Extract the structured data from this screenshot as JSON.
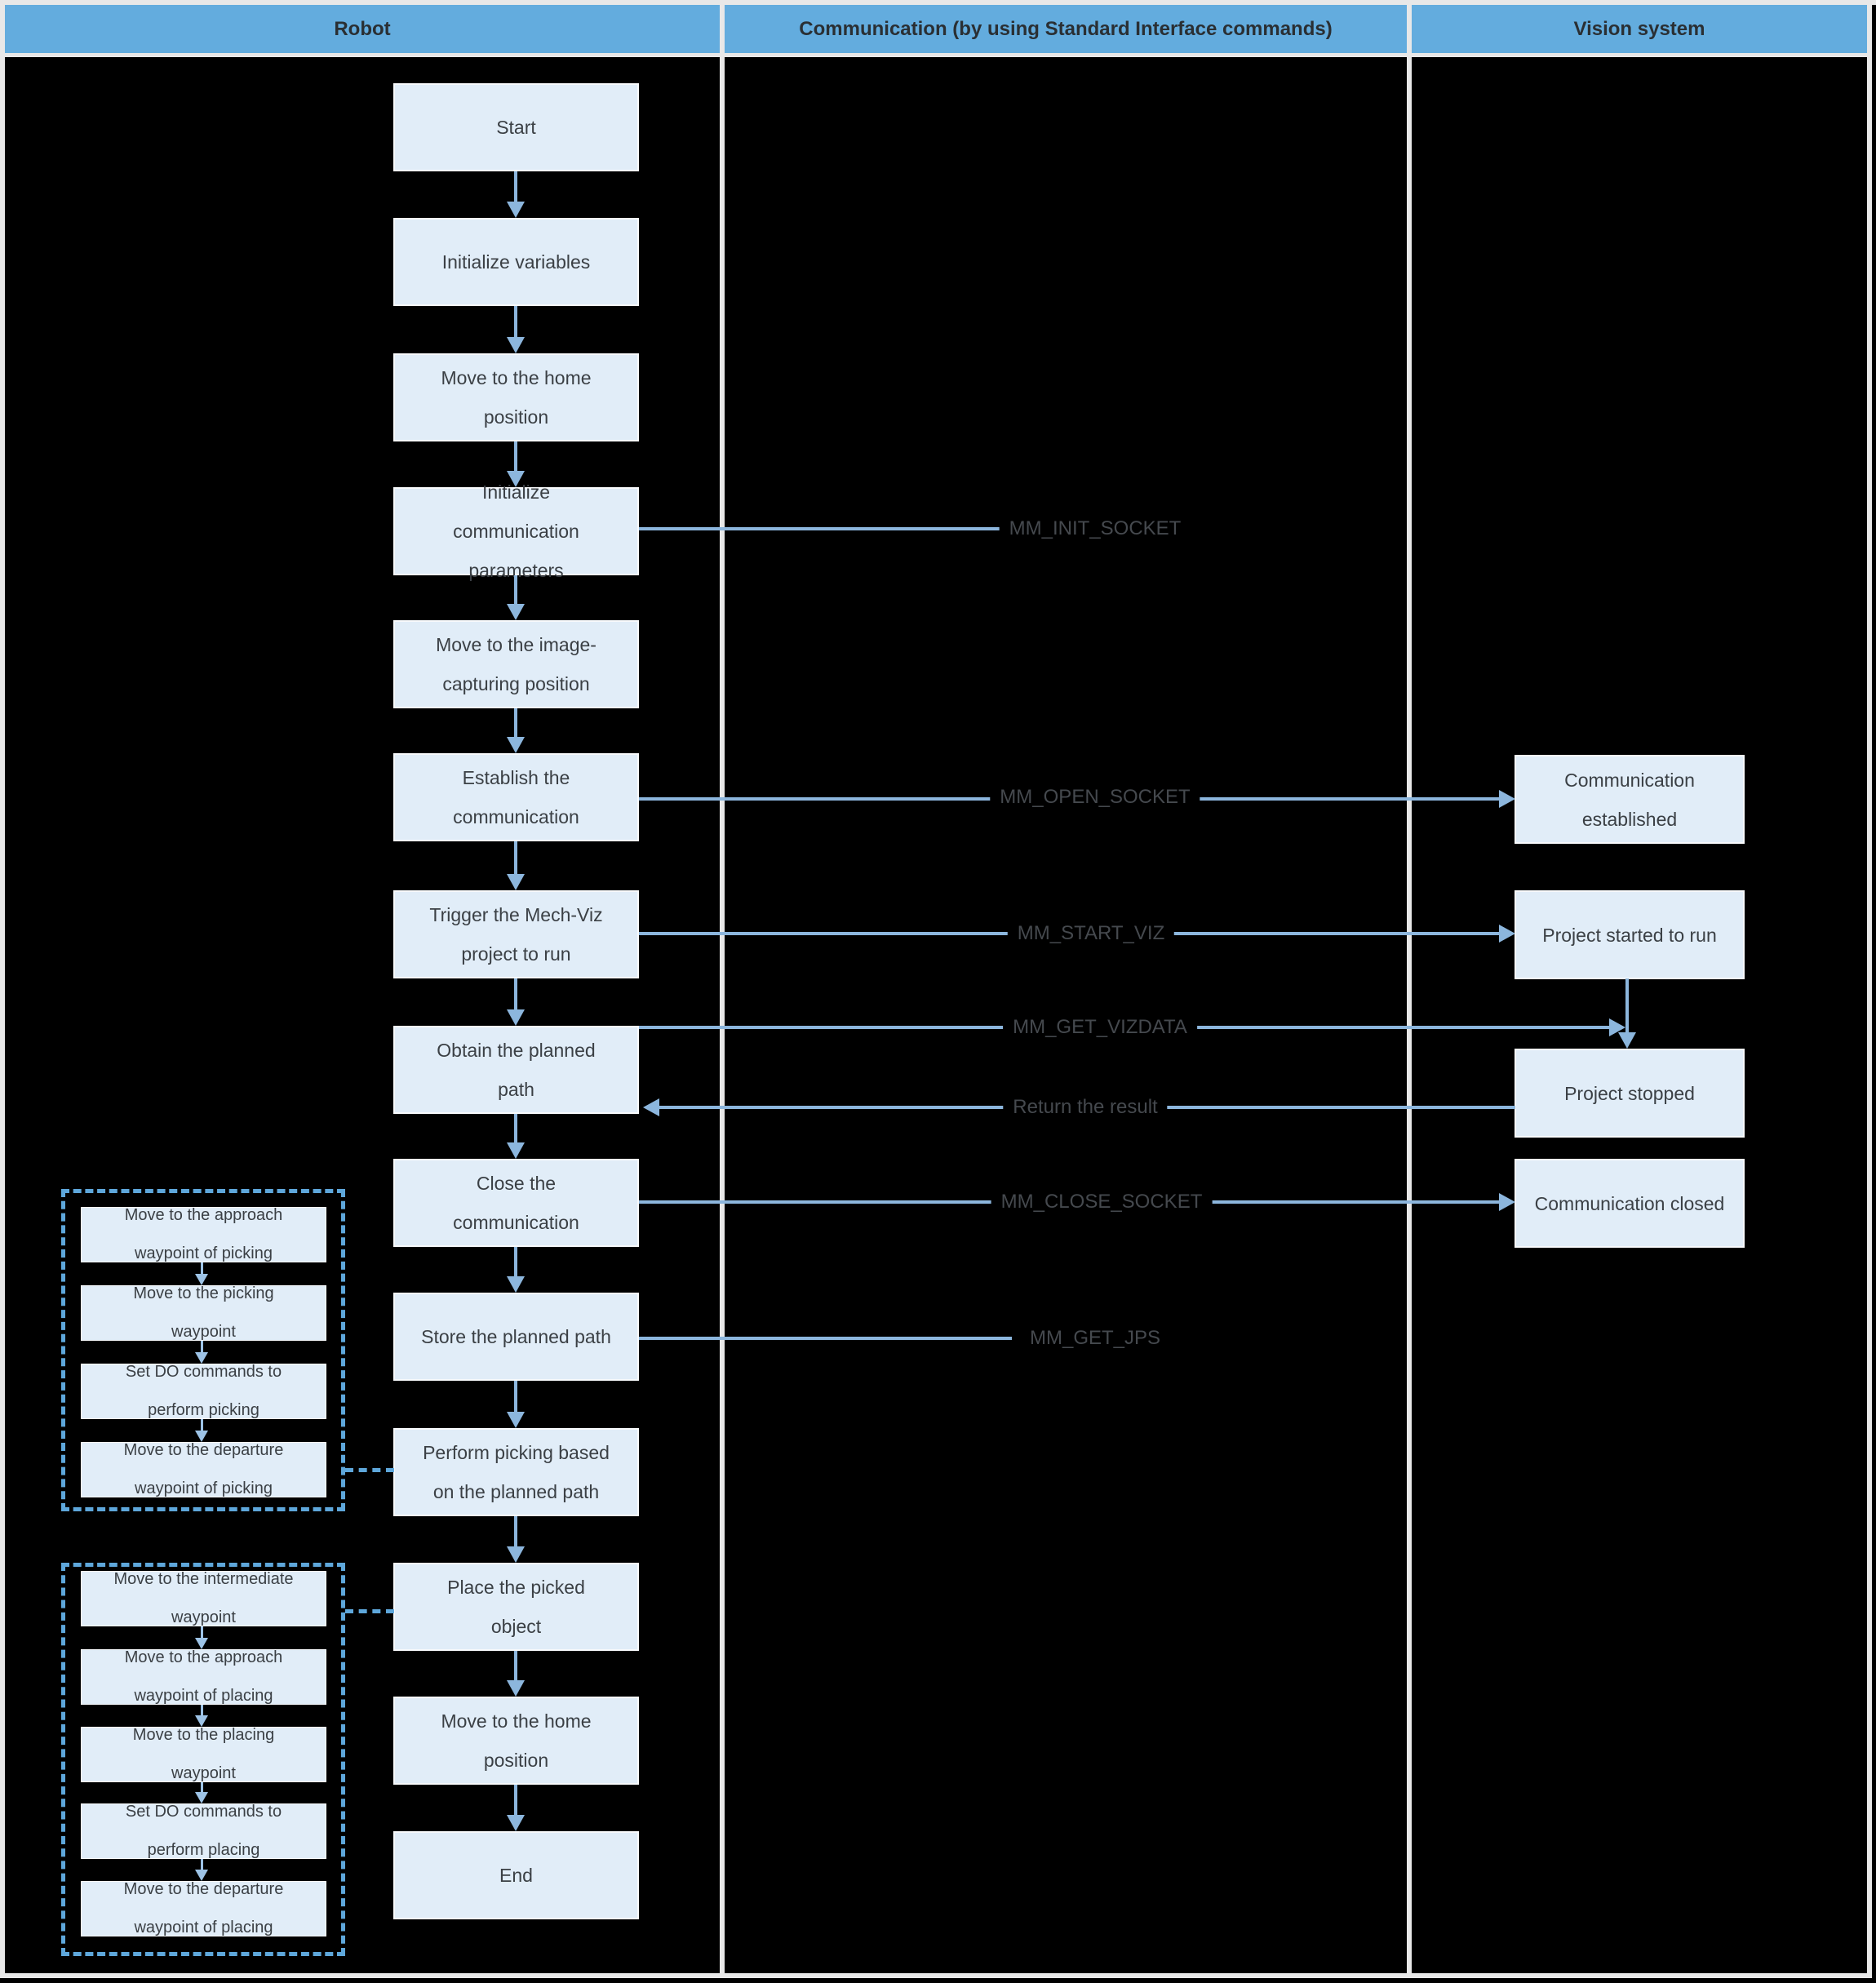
{
  "header": {
    "lanes": [
      "Robot",
      "Communication (by using Standard Interface commands)",
      "Vision system"
    ]
  },
  "robot_steps": [
    "Start",
    "Initialize variables",
    "Move to the home\nposition",
    "Initialize\ncommunication\nparameters",
    "Move to the image-\ncapturing position",
    "Establish the\ncommunication",
    "Trigger the Mech-Viz\nproject to run",
    "Obtain the planned\npath",
    "Close the\ncommunication",
    "Store the planned path",
    "Perform picking based\non the planned path",
    "Place the picked\nobject",
    "Move to the home\nposition",
    "End"
  ],
  "vision_steps": [
    "Communication\nestablished",
    "Project started to run",
    "Project stopped",
    "Communication closed"
  ],
  "commands": [
    "MM_INIT_SOCKET",
    "MM_OPEN_SOCKET",
    "MM_START_VIZ",
    "MM_GET_VIZDATA",
    "Return the result",
    "MM_CLOSE_SOCKET",
    "MM_GET_JPS"
  ],
  "picking_group": [
    "Move to the approach\nwaypoint of picking",
    "Move to the picking\nwaypoint",
    "Set DO commands to\nperform picking",
    "Move to the departure\nwaypoint of picking"
  ],
  "placing_group": [
    "Move to the intermediate\nwaypoint",
    "Move to the approach\nwaypoint of placing",
    "Move to the placing\nwaypoint",
    "Set DO commands to\nperform placing",
    "Move to the departure\nwaypoint of placing"
  ],
  "colors": {
    "header_bg": "#63ACDE",
    "box_bg": "#E1EDF8",
    "arrow": "#8CB6DD",
    "dashed_border": "#5EA7DB",
    "box_text": "#3B4045",
    "command_text": "#45494E",
    "header_text": "#2A2F33",
    "background": "#000000",
    "border": "#E8E8E8"
  }
}
